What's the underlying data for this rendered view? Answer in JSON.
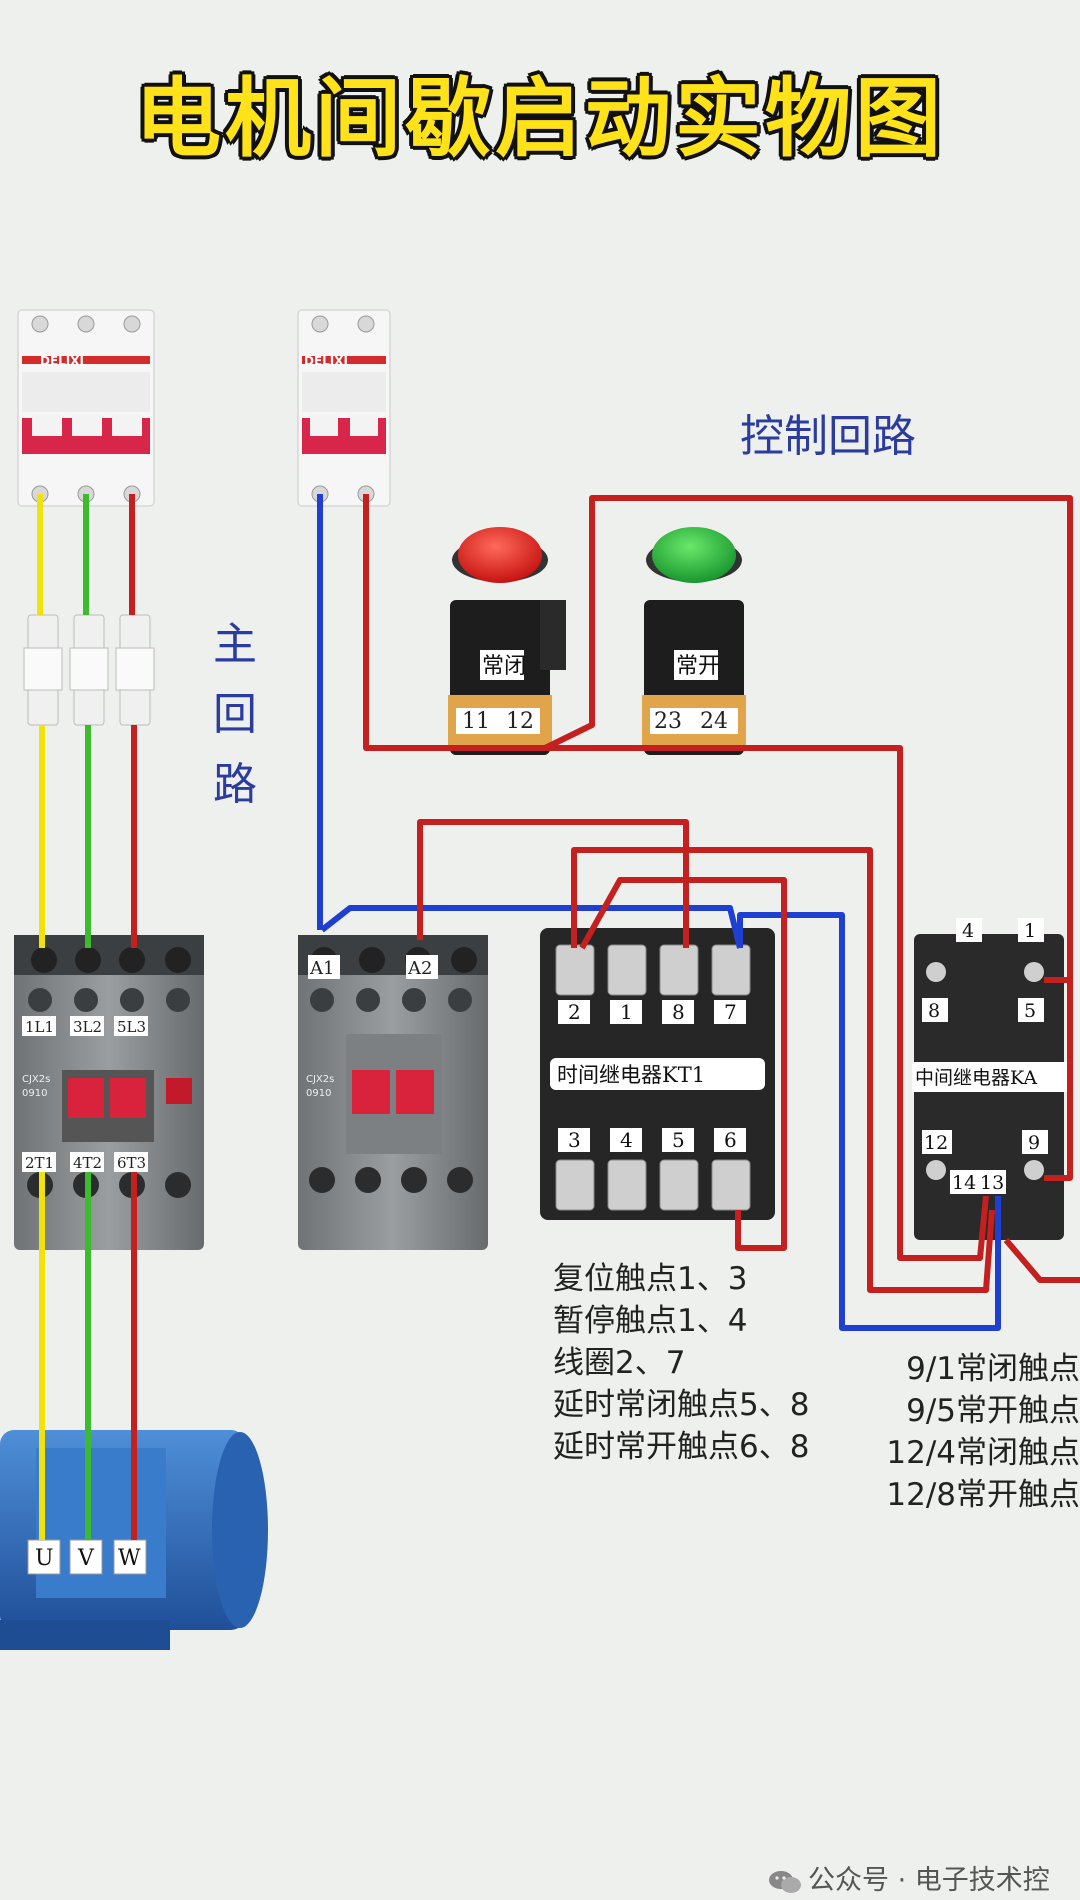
{
  "title": "电机间歇启动实物图",
  "labels": {
    "main_circuit": [
      "主",
      "回",
      "路"
    ],
    "control_circuit": "控制回路"
  },
  "breaker_brand": "DELIXI",
  "contactor_model": [
    "CJX2s",
    "0910"
  ],
  "buttons": {
    "stop": {
      "label": "常闭",
      "terminals": [
        "11",
        "12"
      ],
      "color": "#e11c1c"
    },
    "start": {
      "label": "常开",
      "terminals": [
        "23",
        "24"
      ],
      "color": "#1ea83a"
    }
  },
  "main_contactor": {
    "top_terminals": [
      "1L1",
      "3L2",
      "5L3"
    ],
    "bottom_terminals": [
      "2T1",
      "4T2",
      "6T3"
    ]
  },
  "control_contactor": {
    "coil_terminals": [
      "A1",
      "A2"
    ]
  },
  "time_relay": {
    "name": "时间继电器KT1",
    "top_pins": [
      "2",
      "1",
      "8",
      "7"
    ],
    "bottom_pins": [
      "3",
      "4",
      "5",
      "6"
    ],
    "notes": [
      "复位触点1、3",
      "暂停触点1、4",
      "线圈2、7",
      "延时常闭触点5、8",
      "延时常开触点6、8"
    ]
  },
  "intermediate_relay": {
    "name": "中间继电器KA",
    "pins": [
      "4",
      "1",
      "8",
      "5",
      "12",
      "9",
      "14",
      "13"
    ],
    "notes": [
      "9/1常闭触点",
      "9/5常开触点",
      "12/4常闭触点",
      "12/8常开触点"
    ]
  },
  "motor": {
    "terminals": [
      "U",
      "V",
      "W"
    ],
    "color": "#2f6fc0"
  },
  "wire_colors": {
    "yellow": "#f2e20c",
    "green": "#3dbb2e",
    "red": "#c42020",
    "blue": "#1f3fd1"
  },
  "footer": "公众号 · 电子技术控"
}
